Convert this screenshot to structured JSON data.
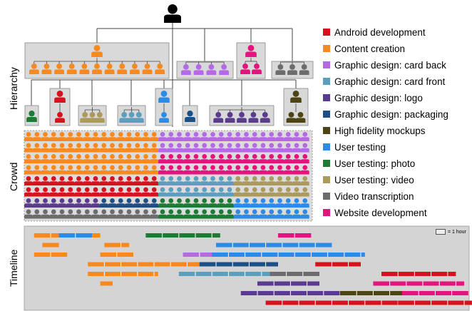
{
  "side_labels": {
    "hierarchy": "Hierarchy",
    "crowd": "Crowd",
    "timeline": "Timeline"
  },
  "timeline_scale_label": "= 1 hour",
  "categories": [
    {
      "name": "Android development",
      "color": "#d6121d"
    },
    {
      "name": "Content creation",
      "color": "#f7891f"
    },
    {
      "name": "Graphic design: card back",
      "color": "#b569e6"
    },
    {
      "name": "Graphic design: card front",
      "color": "#5a9ec0"
    },
    {
      "name": "Graphic design: logo",
      "color": "#5b3b8f"
    },
    {
      "name": "Graphic design: packaging",
      "color": "#1d4f86"
    },
    {
      "name": "High fidelity mockups",
      "color": "#4d4414"
    },
    {
      "name": "User testing",
      "color": "#2c8be6"
    },
    {
      "name": "User testing: photo",
      "color": "#1f7a35"
    },
    {
      "name": "User testing: video",
      "color": "#ab9a5c"
    },
    {
      "name": "Video transcription",
      "color": "#6c6c6c"
    },
    {
      "name": "Website development",
      "color": "#e5137d"
    }
  ],
  "root_icon": "person-icon",
  "hierarchy": {
    "top_groups": [
      {
        "category": 1,
        "leader": 1,
        "members": 11
      },
      {
        "category": 2,
        "leader": 0,
        "members": 4
      },
      {
        "category": 11,
        "leader": 1,
        "members": 2
      },
      {
        "category": 10,
        "leader": 0,
        "members": 3
      }
    ],
    "lower_groups": [
      {
        "category": 8,
        "leader": 1,
        "members": 0
      },
      {
        "category": 0,
        "leader": 1,
        "members": 1
      },
      {
        "category": 9,
        "leader": 0,
        "members": 3
      },
      {
        "category": 3,
        "leader": 0,
        "members": 3
      },
      {
        "category": 7,
        "leader": 1,
        "members": 1
      },
      {
        "category": 5,
        "leader": 1,
        "members": 0
      },
      {
        "category": 4,
        "leader": 0,
        "members": 5
      },
      {
        "category": 6,
        "leader": 1,
        "members": 2
      }
    ]
  },
  "crowd": {
    "rows": [
      [
        [
          1,
          16
        ],
        [
          2,
          18
        ]
      ],
      [
        [
          1,
          16
        ],
        [
          2,
          18
        ]
      ],
      [
        [
          1,
          16
        ],
        [
          11,
          18
        ]
      ],
      [
        [
          1,
          16
        ],
        [
          11,
          18
        ]
      ],
      [
        [
          0,
          16
        ],
        [
          3,
          9
        ],
        [
          9,
          9
        ]
      ],
      [
        [
          0,
          16
        ],
        [
          3,
          9
        ],
        [
          9,
          9
        ]
      ],
      [
        [
          4,
          9
        ],
        [
          5,
          7
        ],
        [
          8,
          9
        ],
        [
          7,
          9
        ]
      ],
      [
        [
          10,
          16
        ],
        [
          8,
          9
        ],
        [
          7,
          9
        ]
      ]
    ]
  },
  "timeline": {
    "rows": [
      [
        [
          1,
          0.1,
          1.7
        ],
        [
          7,
          0.7,
          1.5
        ],
        [
          8,
          2.8,
          4.6
        ],
        [
          11,
          6.0,
          6.8
        ]
      ],
      [
        [
          1,
          0.3,
          0.7
        ],
        [
          1,
          1.8,
          2.4
        ],
        [
          7,
          4.5,
          7.3
        ]
      ],
      [
        [
          1,
          0.1,
          0.9
        ],
        [
          1,
          1.7,
          2.5
        ],
        [
          2,
          3.7,
          5.3
        ],
        [
          7,
          4.4,
          8.1
        ]
      ],
      [
        [
          1,
          1.4,
          4.3
        ],
        [
          5,
          4.1,
          6.0
        ],
        [
          0,
          6.9,
          8.0
        ]
      ],
      [
        [
          1,
          1.4,
          3.1
        ],
        [
          3,
          3.6,
          5.8
        ],
        [
          10,
          5.8,
          7.0
        ],
        [
          0,
          8.5,
          10.3
        ]
      ],
      [
        [
          1,
          1.7,
          2.0
        ],
        [
          4,
          5.5,
          7.0
        ],
        [
          11,
          8.3,
          10.5
        ]
      ],
      [
        [
          4,
          5.1,
          8.2
        ],
        [
          6,
          7.5,
          9.5
        ],
        [
          11,
          9.0,
          10.6
        ]
      ],
      [
        [
          0,
          5.7,
          9.0
        ],
        [
          0,
          8.9,
          10.7
        ]
      ]
    ]
  }
}
